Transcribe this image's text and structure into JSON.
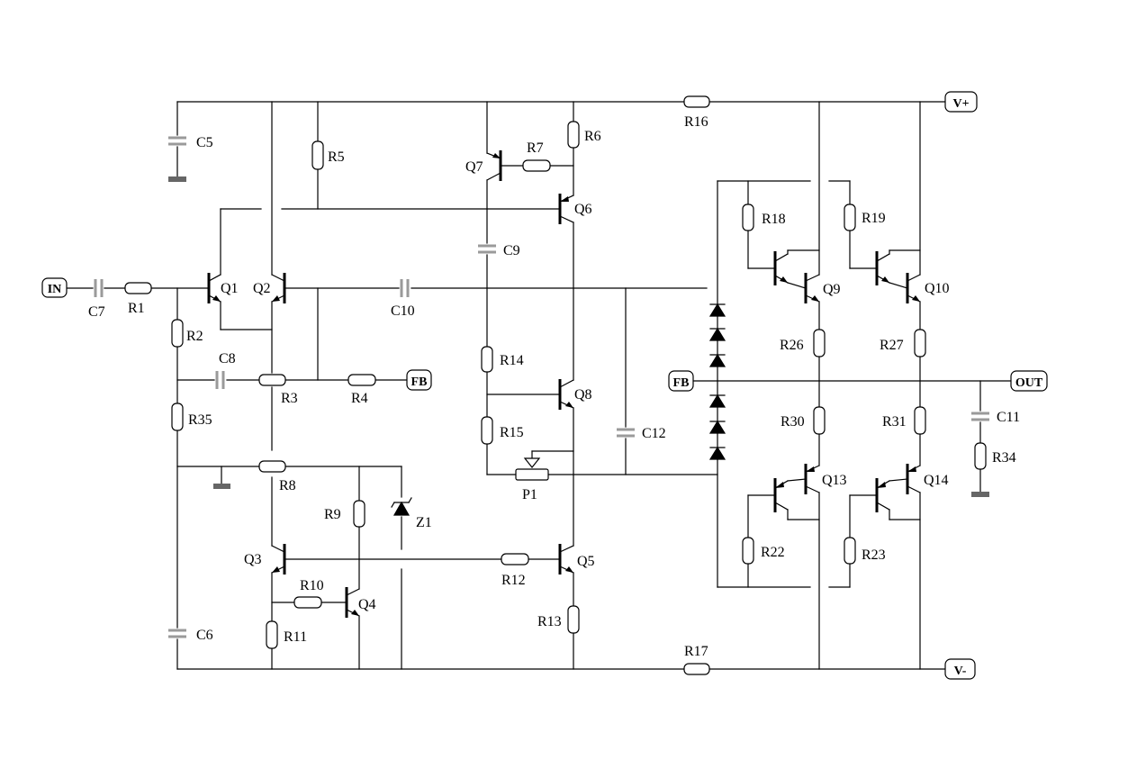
{
  "terminals": {
    "in": "IN",
    "vplus": "V+",
    "vminus": "V-",
    "out": "OUT",
    "fb_left": "FB",
    "fb_right": "FB"
  },
  "transistors": [
    "Q1",
    "Q2",
    "Q3",
    "Q4",
    "Q5",
    "Q6",
    "Q7",
    "Q8",
    "Q9",
    "Q10",
    "Q13",
    "Q14"
  ],
  "resistors": [
    "R1",
    "R2",
    "R3",
    "R4",
    "R5",
    "R6",
    "R7",
    "R8",
    "R9",
    "R10",
    "R11",
    "R12",
    "R13",
    "R14",
    "R15",
    "R16",
    "R17",
    "R18",
    "R19",
    "R22",
    "R23",
    "R26",
    "R27",
    "R30",
    "R31",
    "R34",
    "R35"
  ],
  "capacitors": [
    "C5",
    "C6",
    "C7",
    "C8",
    "C9",
    "C10",
    "C11",
    "C12"
  ],
  "other": {
    "zener": "Z1",
    "pot": "P1"
  },
  "colors": {
    "wire": "#000000",
    "capacitor": "#9a9a9a",
    "ground": "#666666",
    "background": "#ffffff"
  }
}
